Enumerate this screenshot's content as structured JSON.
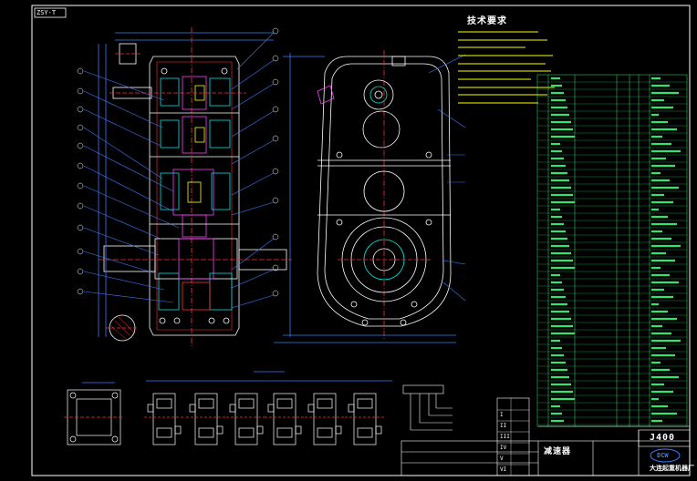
{
  "title_tag": "ZSY-T",
  "tech_req_title": "技术要求",
  "title_block": {
    "name": "减速器",
    "code": "J400",
    "company": "大连起重机器厂",
    "logo_text": "DCW"
  },
  "roman_numerals": [
    "I",
    "II",
    "III",
    "IV",
    "V",
    "VI"
  ],
  "colors": {
    "background": "#000000",
    "outline": "#ffffff",
    "table_green": "#2ee66b",
    "blue": "#3a7bff",
    "cyan": "#00e5e5",
    "yellow": "#ffff00",
    "red": "#ff3030",
    "magenta": "#ff40ff"
  }
}
